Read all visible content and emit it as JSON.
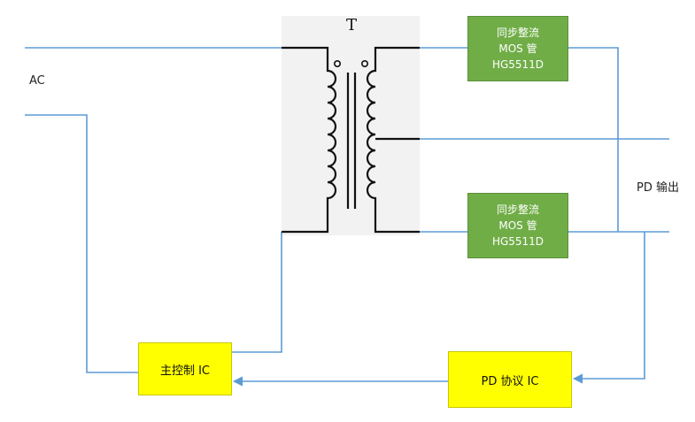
{
  "transformer": {
    "label": "T"
  },
  "labels": {
    "ac": "AC",
    "pd_output": "PD 输出"
  },
  "mos_top": {
    "line1": "同步整流",
    "line2": "MOS 管",
    "line3": "HG5511D"
  },
  "mos_bottom": {
    "line1": "同步整流",
    "line2": "MOS 管",
    "line3": "HG5511D"
  },
  "main_ic": {
    "label": "主控制 IC"
  },
  "pd_ic": {
    "label": "PD 协议 IC"
  },
  "colors": {
    "wire": "#5b9bd5",
    "winding": "#111111",
    "mos_fill": "#70ad47",
    "ic_fill": "#ffff00"
  }
}
